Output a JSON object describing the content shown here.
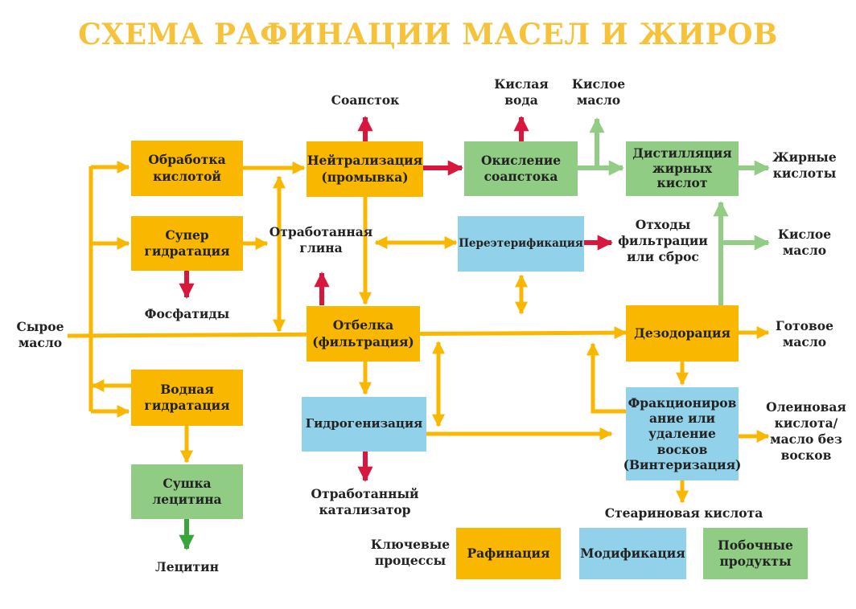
{
  "title": "СХЕМА РАФИНАЦИИ МАСЕЛ И ЖИРОВ",
  "boxes": {
    "acid_treatment": "Обработка кислотой",
    "super_hydration": "Супер гидратация",
    "water_hydration": "Водная гидратация",
    "lecithin_drying": "Сушка лецитина",
    "neutralization": "Нейтрализация (промывка)",
    "bleaching": "Отбелка (фильтрация)",
    "hydrogenation": "Гидрогенизация",
    "soapstock_oxidation": "Окисление соапстока",
    "interesterification": "Переэтерификация",
    "fatty_acid_distillation": "Дистилляция жирных кислот",
    "deodorization": "Дезодорация",
    "fractionation": "Фракциониров ание или удаление восков (Винтеризация)"
  },
  "labels": {
    "crude_oil": "Сырое масло",
    "phosphatides": "Фосфатиды",
    "lecithin": "Лецитин",
    "soapstock": "Соапсток",
    "spent_clay": "Отработанная глина",
    "spent_catalyst": "Отработанный катализатор",
    "acid_water": "Кислая вода",
    "acid_oil_top": "Кислое масло",
    "fatty_acids": "Жирные кислоты",
    "acid_oil_right": "Кислое масло",
    "filtration_waste": "Отходы фильтрации или сброс",
    "finished_oil": "Готовое масло",
    "oleic_acid": "Олеиновая кислота/ масло без восков",
    "stearic_acid": "Стеариновая кислота"
  },
  "legend": {
    "title": "Ключевые процессы",
    "refining": "Рафинация",
    "modification": "Модификация",
    "byproducts": "Побочные продукты"
  },
  "colors": {
    "title": "#f5c23a",
    "refining": "#f9b700",
    "modification": "#92d1ea",
    "byproducts": "#90cc83",
    "waste_arrow": "#d9163c",
    "byproduct_arrow": "#93cd85",
    "lecithin_arrow": "#3aa53a",
    "flow_arrow": "#f9b700"
  }
}
